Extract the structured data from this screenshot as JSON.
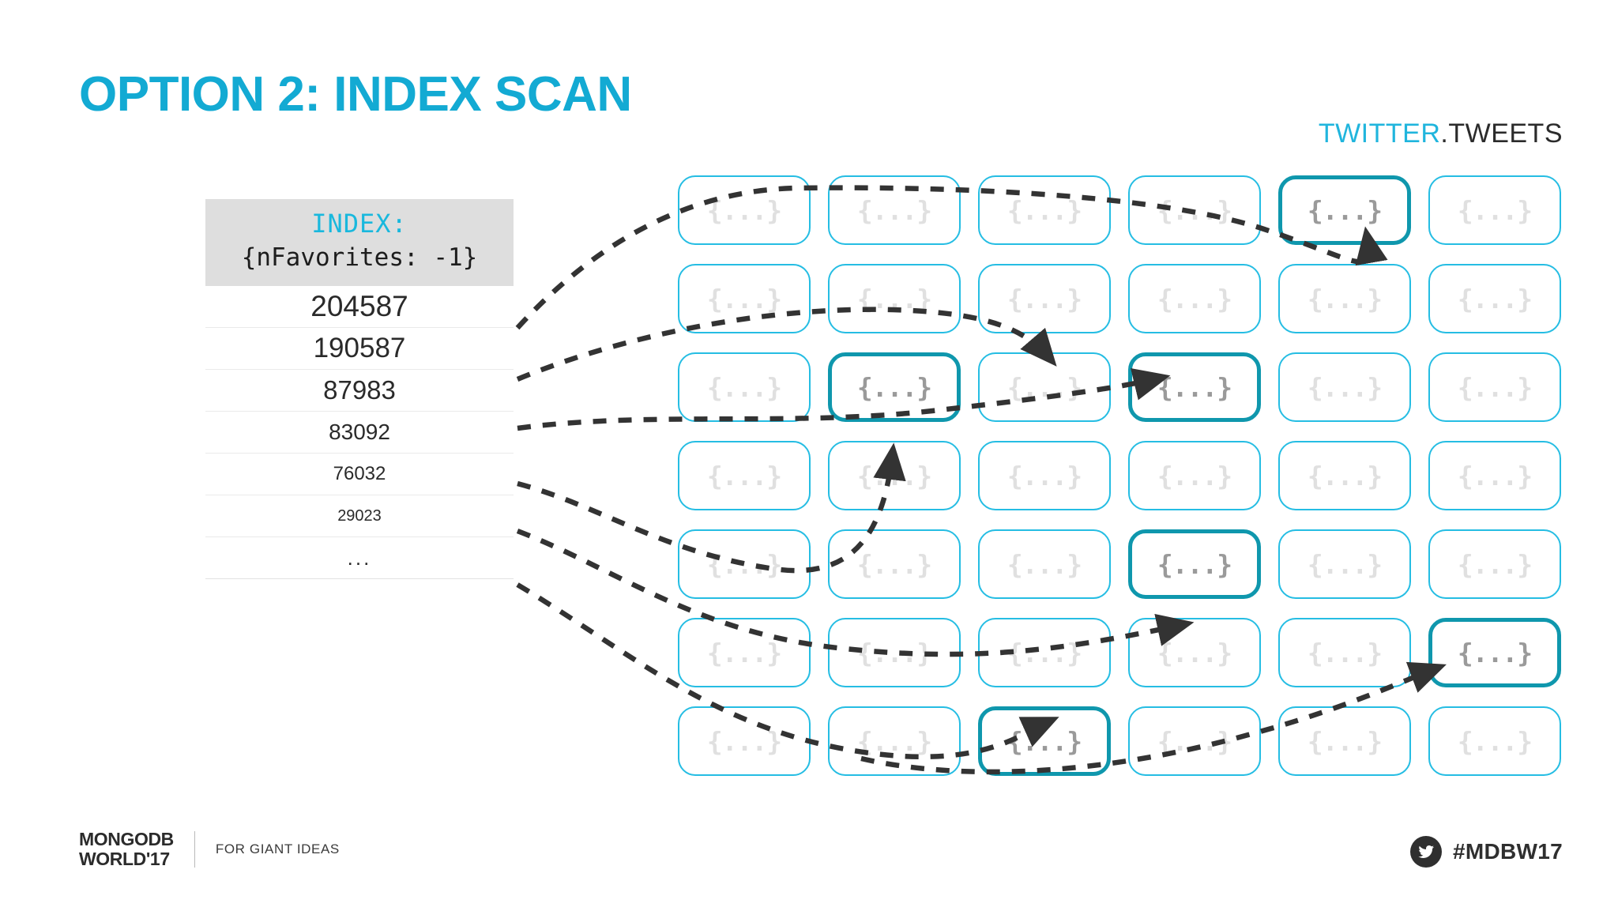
{
  "slide": {
    "title": "OPTION 2: INDEX SCAN",
    "collection_prefix": "TWITTER",
    "collection_suffix": ".TWEETS",
    "title_color": "#13aad3",
    "accent_color": "#20b5dd",
    "highlight_color": "#0f97ad"
  },
  "index_table": {
    "header_title": "INDEX:",
    "header_spec": "{nFavorites: -1}",
    "rows": [
      "204587",
      "190587",
      "87983",
      "83092",
      "76032",
      "29023",
      "..."
    ]
  },
  "doc_grid": {
    "columns": 6,
    "rows": 7,
    "cell_label": "{...}",
    "highlighted": [
      {
        "row": 1,
        "col": 5
      },
      {
        "row": 3,
        "col": 2
      },
      {
        "row": 3,
        "col": 4
      },
      {
        "row": 5,
        "col": 4
      },
      {
        "row": 6,
        "col": 6
      },
      {
        "row": 7,
        "col": 3
      }
    ]
  },
  "footer": {
    "logo_line1": "MONGODB",
    "logo_line2": "WORLD'17",
    "tagline": "FOR GIANT IDEAS",
    "hashtag": "#MDBW17"
  }
}
